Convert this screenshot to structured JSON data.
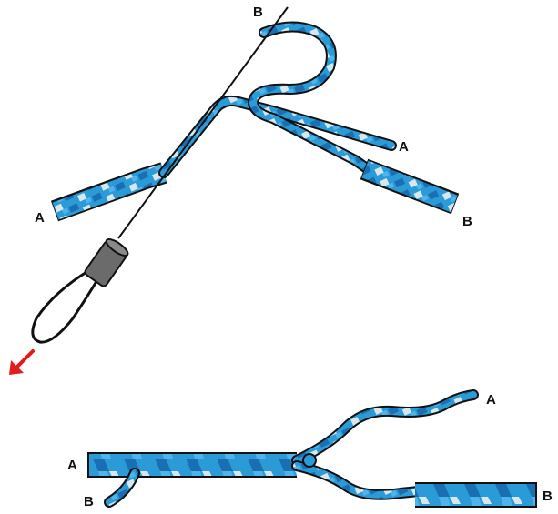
{
  "labels": {
    "top_needle_b": "B",
    "top_right_a": "A",
    "top_left_a": "A",
    "top_right_b": "B",
    "bottom_left_a": "A",
    "bottom_left_b": "B",
    "bottom_right_a": "A",
    "bottom_right_b": "B"
  },
  "colors": {
    "rope_blue": "#2b9bd8",
    "rope_dark_blue": "#1a6fb3",
    "rope_light": "#d8e6ee",
    "outline": "#111111",
    "fid_gray": "#6b6b6b",
    "arrow_red": "#e21b1b"
  },
  "icons": {
    "pull_arrow": "arrow-down-left-icon",
    "fid_tool": "splicing-fid-icon"
  }
}
